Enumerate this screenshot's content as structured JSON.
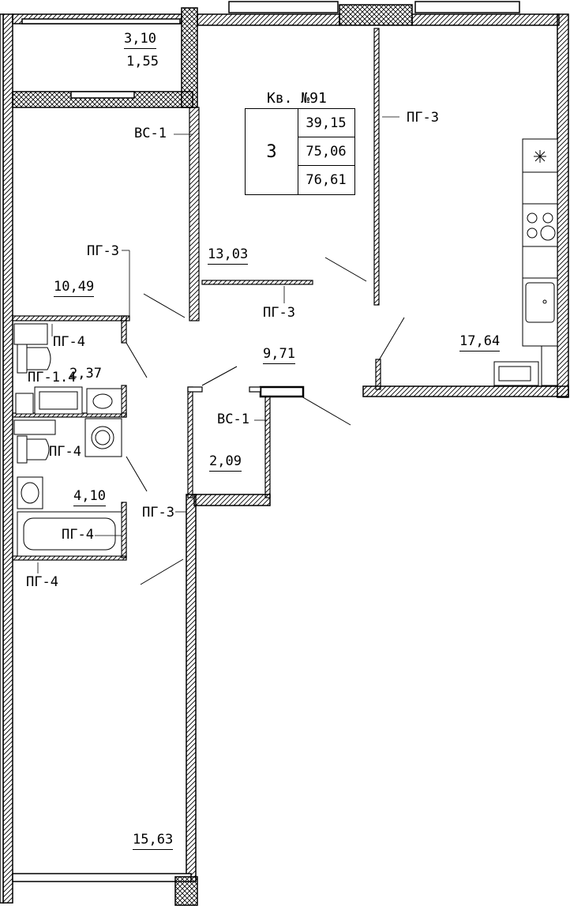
{
  "apartment": {
    "title": "Кв. №91",
    "rooms": "3",
    "living_area": "39,15",
    "total_area": "75,06",
    "total_area_with_balcony": "76,61"
  },
  "balcony": {
    "area": "3,10",
    "reduced_area": "1,55"
  },
  "rooms": {
    "room_top_left": "10,49",
    "room_center": "13,03",
    "kitchen": "17,64",
    "hall": "9,71",
    "wardrobe": "2,09",
    "wc": "2,37",
    "bathroom": "4,10",
    "room_bottom": "15,63"
  },
  "partition_labels": {
    "vs1": "ВС-1",
    "pg3": "ПГ-3",
    "pg4": "ПГ-4",
    "pg14": "ПГ-1.4"
  },
  "colors": {
    "line": "#000000",
    "background": "#ffffff"
  }
}
